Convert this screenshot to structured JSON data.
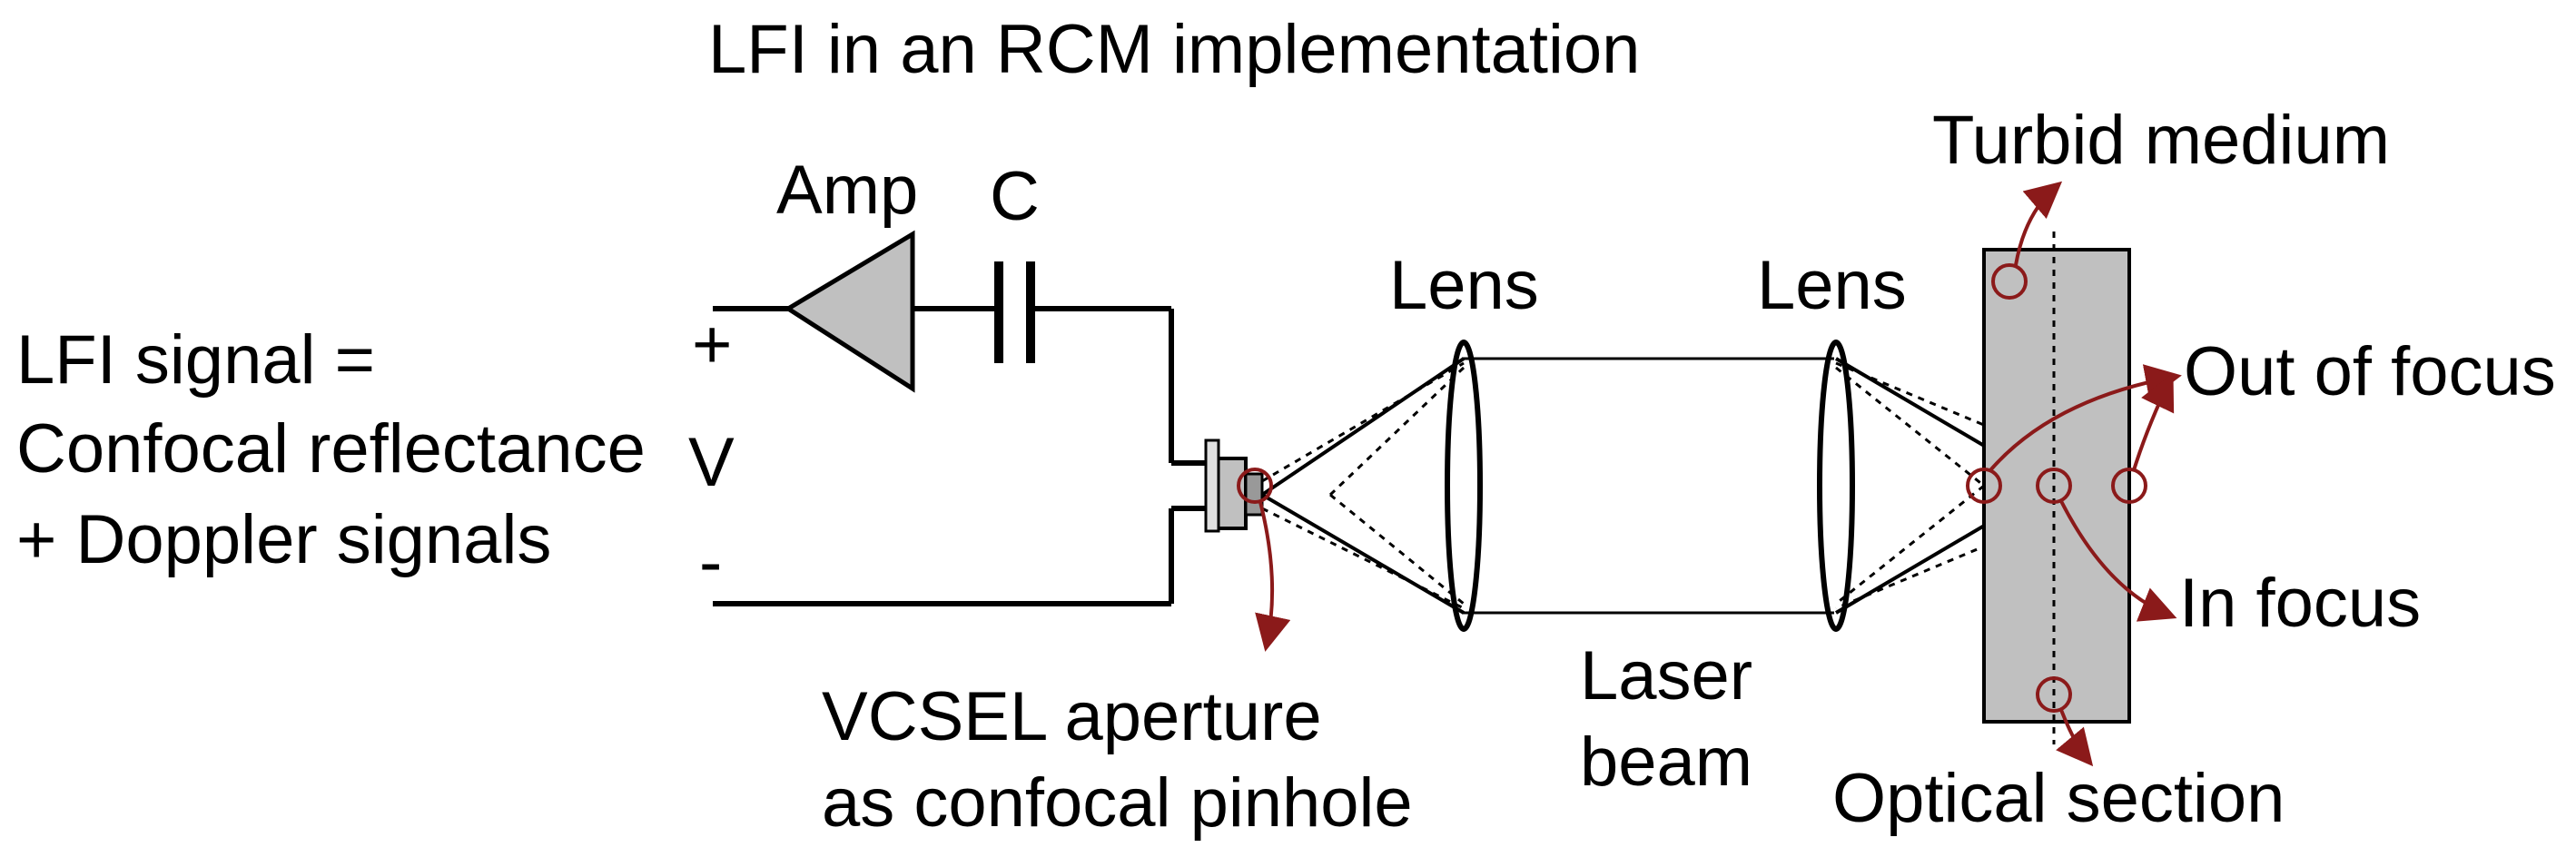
{
  "title": "LFI in an RCM implementation",
  "signal_label": {
    "line1": "LFI signal =",
    "line2": "Confocal reflectance",
    "line3": "+ Doppler signals"
  },
  "circuit": {
    "plus": "+",
    "voltage": "V",
    "minus": "-",
    "amp": "Amp",
    "capacitor": "C"
  },
  "optics": {
    "lens_left": "Lens",
    "lens_right": "Lens",
    "laser_beam_line1": "Laser",
    "laser_beam_line2": "beam",
    "vcsel_line1": "VCSEL aperture",
    "vcsel_line2": "as confocal pinhole"
  },
  "sample": {
    "turbid_medium": "Turbid medium",
    "out_of_focus": "Out of focus",
    "in_focus": "In focus",
    "optical_section": "Optical section"
  },
  "colors": {
    "line": "#000000",
    "fill_gray": "#c0c0c0",
    "annotation": "#8b1a1a"
  }
}
